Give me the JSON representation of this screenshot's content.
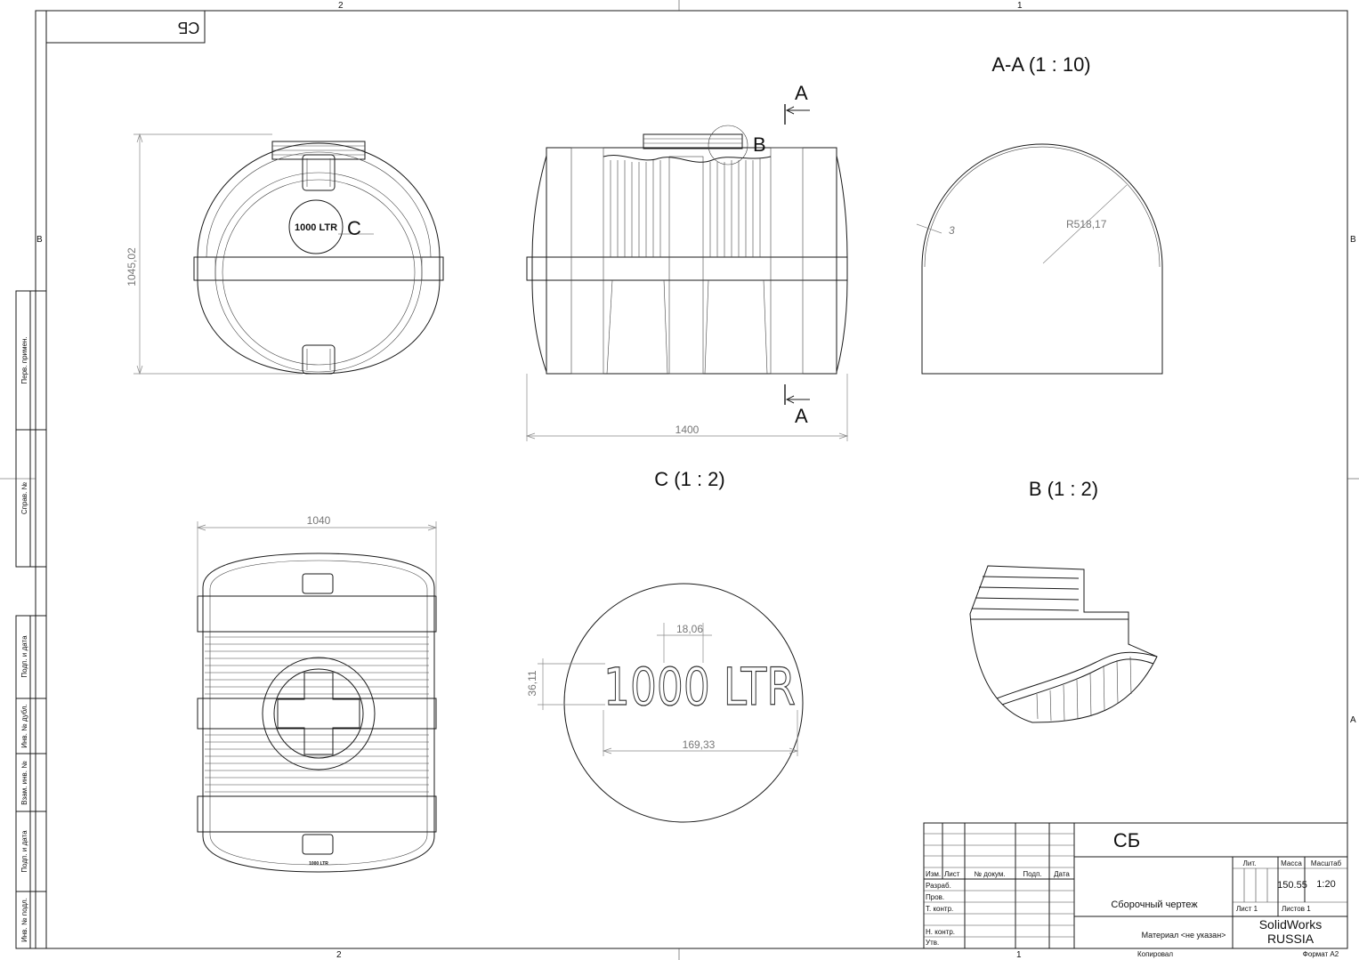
{
  "frame": {
    "zone_top": [
      "2",
      "1"
    ],
    "zone_bottom": [
      "2",
      "1"
    ],
    "zone_left": [
      "В"
    ],
    "zone_right": [
      "В",
      "А"
    ],
    "corner_stamp": "СБ"
  },
  "side_stamps": {
    "perv_primen": "Перв. примен.",
    "sprav_no": "Справ. №",
    "podp_data_1": "Подп. и дата",
    "inv_dubl": "Инв. № дубл.",
    "vzam_inv": "Взам. инв. №",
    "podp_data_2": "Подп. и дата",
    "inv_podl": "Инв. № подл."
  },
  "views": {
    "front": {
      "label_badge": "1000 LTR",
      "callout": "C",
      "dim_height": "1045,02"
    },
    "side": {
      "callout_detail": "B",
      "section_top": "A",
      "section_bottom": "A",
      "dim_width": "1400"
    },
    "top": {
      "dim_width": "1040",
      "small_label": "1000 LTR"
    },
    "section_aa": {
      "title": "A-A (1 : 10)",
      "dim_wall": "3",
      "dim_radius": "R518,17"
    },
    "detail_c": {
      "title": "C (1 : 2)",
      "text": "1000 LTR",
      "dim_char_w": "18,06",
      "dim_height": "36,11",
      "dim_total": "169,33"
    },
    "detail_b": {
      "title": "B (1 : 2)"
    }
  },
  "title_block": {
    "designation": "СБ",
    "doc_name": "Сборочный чертеж",
    "material": "Материал <не указан>",
    "col_izm": "Изм.",
    "col_list": "Лист",
    "col_doc": "№ докум.",
    "col_podp": "Подп.",
    "col_data": "Дата",
    "row_razrab": "Разраб.",
    "row_prov": "Пров.",
    "row_tkontr": "Т. контр.",
    "row_nkontr": "Н. контр.",
    "row_utv": "Утв.",
    "lit": "Лит.",
    "massa": "Масса",
    "masshtab": "Масштаб",
    "mass_value": "150.55",
    "scale_value": "1:20",
    "sheet": "Лист 1",
    "sheets": "Листов 1",
    "org_line1": "SolidWorks",
    "org_line2": "RUSSIA",
    "kopiroval": "Копировал",
    "format": "Формат A2"
  }
}
